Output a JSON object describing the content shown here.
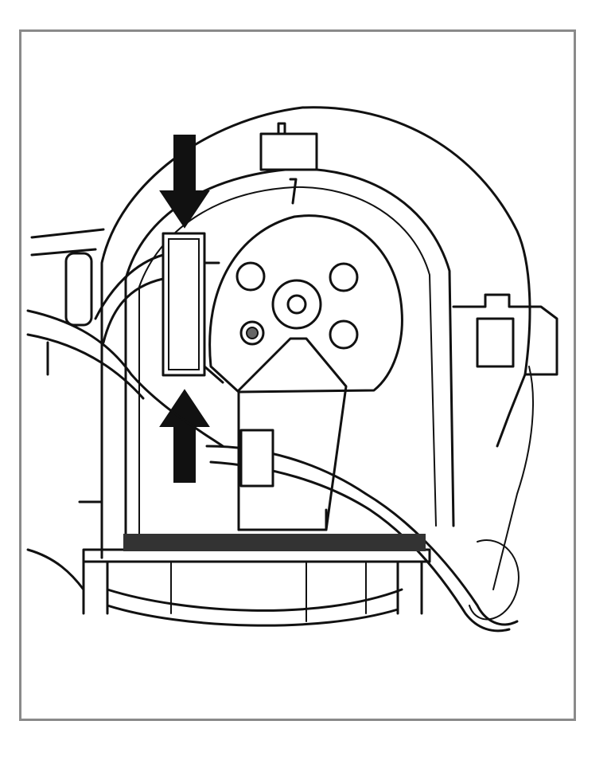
{
  "figure": {
    "subject": "blower-motor-housing-illustration",
    "frame_color": "#8a8a8a",
    "line_color": "#111111",
    "callouts": [
      {
        "icon": "arrow-down-icon",
        "points_to": "resistor-module-top"
      },
      {
        "icon": "arrow-up-icon",
        "points_to": "resistor-module-bottom"
      }
    ]
  }
}
